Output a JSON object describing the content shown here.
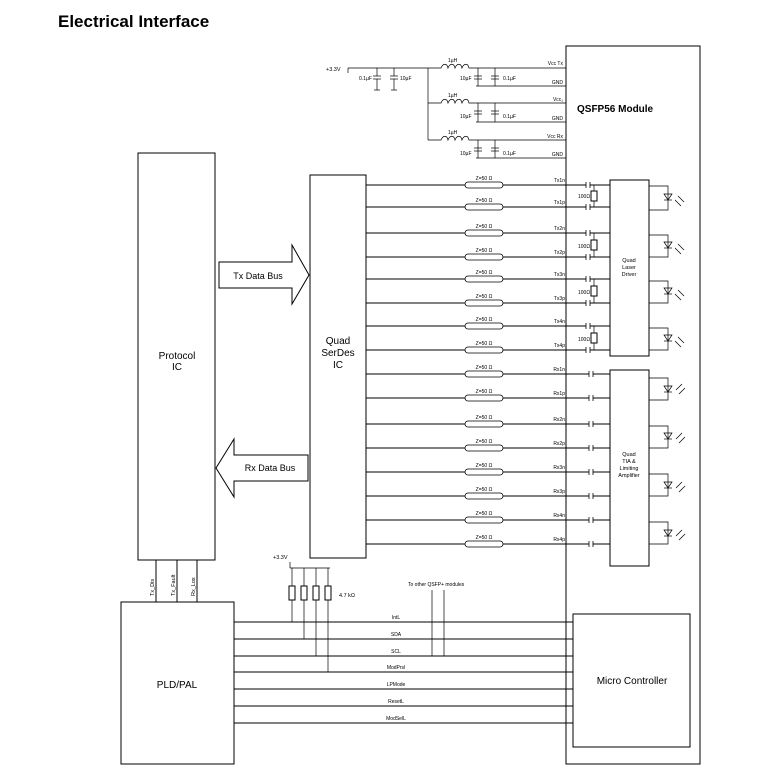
{
  "title": "Electrical Interface",
  "module": {
    "label": "QSFP56  Module"
  },
  "protocol_ic": {
    "line1": "Protocol",
    "line2": "IC"
  },
  "serdes": {
    "line1": "Quad",
    "line2": "SerDes",
    "line3": "IC"
  },
  "pld": {
    "label": "PLD/PAL"
  },
  "micro": {
    "label": "Micro Controller"
  },
  "buses": {
    "tx": "Tx Data Bus",
    "rx": "Rx Data Bus"
  },
  "laser_driver": {
    "l1": "Quad",
    "l2": "Laser",
    "l3": "Driver"
  },
  "tia": {
    "l1": "Quad",
    "l2": "TIA &",
    "l3": "Limiting",
    "l4": "Amplifier"
  },
  "power": {
    "supply": "+3.3V",
    "cap_01": "0.1µF",
    "cap_10": "10µF",
    "inductor": "1µH",
    "rails": [
      "Vᴄᴄ Tx",
      "GND",
      "Vᴄᴄ₁",
      "GND",
      "Vᴄᴄ Rx",
      "GND"
    ]
  },
  "impedance": "Z=50 Ω",
  "resistor": "100Ω",
  "tx_pins": [
    "Tx1n",
    "Tx1p",
    "Tx2n",
    "Tx2p",
    "Tx3n",
    "Tx3p",
    "Tx4n",
    "Tx4p"
  ],
  "rx_pins": [
    "Rx1n",
    "Rx1p",
    "Rx2n",
    "Rx2p",
    "Rx3n",
    "Rx3p",
    "Rx4n",
    "Rx4p"
  ],
  "pld_pins": [
    "Tx_Dis",
    "Tx_Fault",
    "Rx_Los"
  ],
  "pullup": {
    "supply": "+3.3V",
    "value": "4.7 kΩ",
    "other": "To other QSFP+ modules"
  },
  "ctrl_signals": [
    "IntL",
    "SDA",
    "SCL",
    "ModPrsl",
    "LPMode",
    "ResetL",
    "ModSelL"
  ]
}
